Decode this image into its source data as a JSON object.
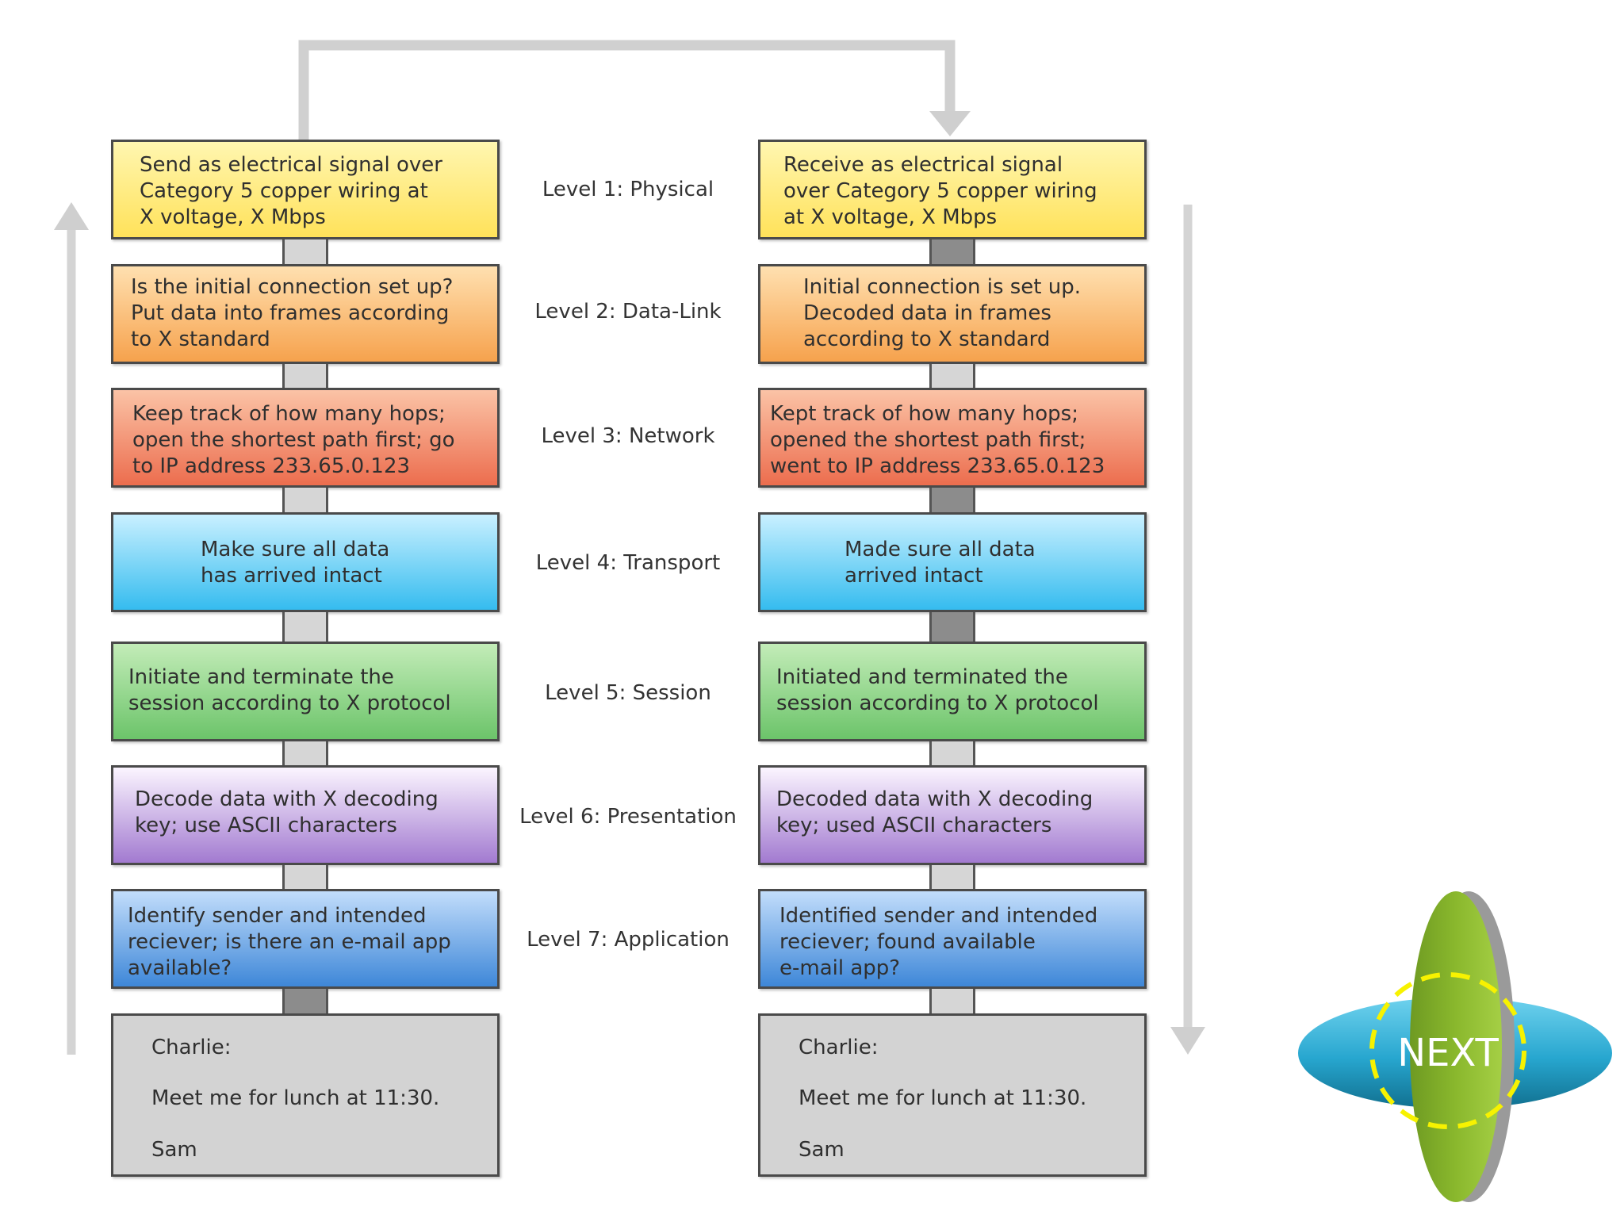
{
  "levels": [
    "Level 1: Physical",
    "Level 2: Data-Link",
    "Level 3: Network",
    "Level 4: Transport",
    "Level 5: Session",
    "Level 6: Presentation",
    "Level 7: Application"
  ],
  "sender": [
    "Send as electrical signal over\nCategory 5 copper wiring at\nX voltage, X Mbps",
    "Is the initial connection set up?\nPut data into frames according\nto X standard",
    "Keep track of how many hops;\nopen the shortest path first; go\nto IP address 233.65.0.123",
    "Make sure all data\nhas arrived intact",
    "Initiate and terminate the\nsession according to X protocol",
    "Decode data with X decoding\nkey; use ASCII characters",
    "Identify sender and intended\nreciever; is there an e-mail app\navailable?"
  ],
  "receiver": [
    "Receive as electrical signal\nover Category 5 copper wiring\nat X voltage, X Mbps",
    "Initial connection is set up.\nDecoded data in frames\naccording to X standard",
    "Kept track of how many hops;\nopened the shortest path first;\nwent to IP address 233.65.0.123",
    "Made sure all data\narrived intact",
    "Initiated and terminated the\nsession according to X protocol",
    "Decoded data with X decoding\nkey; used ASCII characters",
    "Identified sender and intended\nreciever; found available\ne-mail app?"
  ],
  "message": {
    "from": "Charlie:",
    "body": "Meet me for lunch at 11:30.",
    "sign": "Sam"
  },
  "next_button": {
    "label": "NEXT"
  },
  "colors": {
    "physical": "#ffe25a",
    "data_link": "#f6a24d",
    "network": "#ec6d4e",
    "transport": "#35bcef",
    "session": "#6cc46a",
    "presentation": "#a27ad0",
    "application": "#3e87d8",
    "message": "#d3d3d3",
    "next_blue": "#27a6cf",
    "next_green": "#8ab82d",
    "dashed_ring": "#f7f200"
  }
}
